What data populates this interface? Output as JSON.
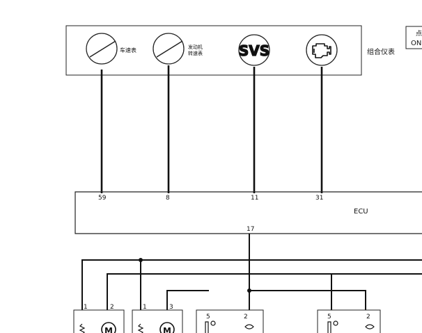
{
  "cluster": {
    "gauges": [
      {
        "icon": "speedometer-icon",
        "label": "车速表"
      },
      {
        "icon": "tachometer-icon",
        "label_line1": "发动机",
        "label_line2": "转速表"
      },
      {
        "icon": "svs-warning-icon",
        "text": "SVS"
      },
      {
        "icon": "check-engine-icon"
      }
    ],
    "label": "组合仪表"
  },
  "ignition": {
    "line1": "点",
    "line2": "ON"
  },
  "ecu": {
    "label": "ECU",
    "pins": [
      "59",
      "8",
      "11",
      "31"
    ],
    "output_pin": "17"
  },
  "bottom": {
    "pins": [
      "1",
      "2",
      "1",
      "3",
      "5",
      "2",
      "5",
      "2"
    ],
    "motor_symbol": "M"
  }
}
